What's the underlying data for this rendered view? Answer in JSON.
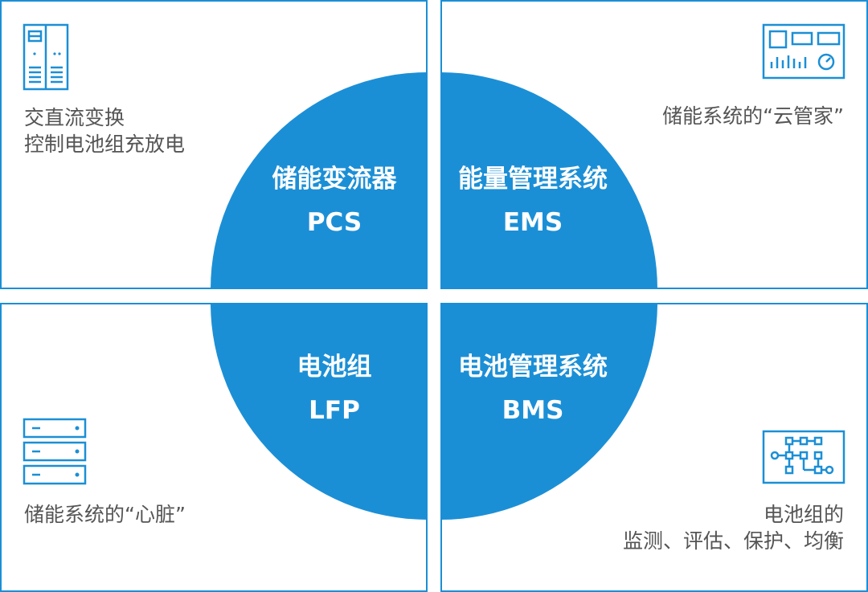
{
  "quadrants": {
    "top_left": {
      "title_cn": "储能变流器",
      "title_en": "PCS",
      "desc": [
        "交直流变换",
        "控制电池组充放电"
      ],
      "icon": "inverter-cabinet-icon"
    },
    "top_right": {
      "title_cn": "能量管理系统",
      "title_en": "EMS",
      "desc": [
        "储能系统的“云管家”"
      ],
      "icon": "control-dashboard-icon"
    },
    "bottom_left": {
      "title_cn": "电池组",
      "title_en": "LFP",
      "desc": [
        "储能系统的“心脏”"
      ],
      "icon": "battery-rack-icon"
    },
    "bottom_right": {
      "title_cn": "电池管理系统",
      "title_en": "BMS",
      "desc": [
        "电池组的",
        "监测、评估、保护、均衡"
      ],
      "icon": "circuit-board-icon"
    }
  },
  "colors": {
    "accent": "#1b8fd6",
    "text": "#555555",
    "background": "#ffffff"
  }
}
